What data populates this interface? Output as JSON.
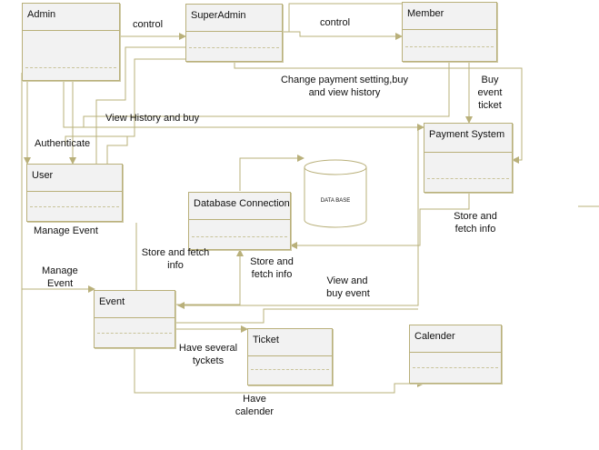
{
  "classes": {
    "admin": "Admin",
    "superadmin": "SuperAdmin",
    "member": "Member",
    "user": "User",
    "payment": "Payment System",
    "dbconn": "Database Connection",
    "event": "Event",
    "ticket": "Ticket",
    "calender": "Calender"
  },
  "database_label": "DATA BASE",
  "edge_labels": {
    "control_admin_super": "control",
    "control_super_member": "control",
    "change_payment_1": "Change payment setting,buy",
    "change_payment_2": "and view history",
    "buy_event_1": "Buy",
    "buy_event_2": "event",
    "buy_event_3": "ticket",
    "view_history": "View History and buy",
    "authenticate": "Authenticate",
    "manage_event_user": "Manage Event",
    "manage_event_admin_1": "Manage",
    "manage_event_admin_2": "Event",
    "store_fetch_user_1": "Store and fetch",
    "store_fetch_user_2": "info",
    "store_fetch_db_1": "Store and",
    "store_fetch_db_2": "fetch info",
    "store_fetch_pay_1": "Store and",
    "store_fetch_pay_2": "fetch info",
    "view_buy_1": "View and",
    "view_buy_2": "buy event",
    "have_tickets_1": "Have several",
    "have_tickets_2": "tyckets",
    "have_calender_1": "Have",
    "have_calender_2": "calender"
  }
}
